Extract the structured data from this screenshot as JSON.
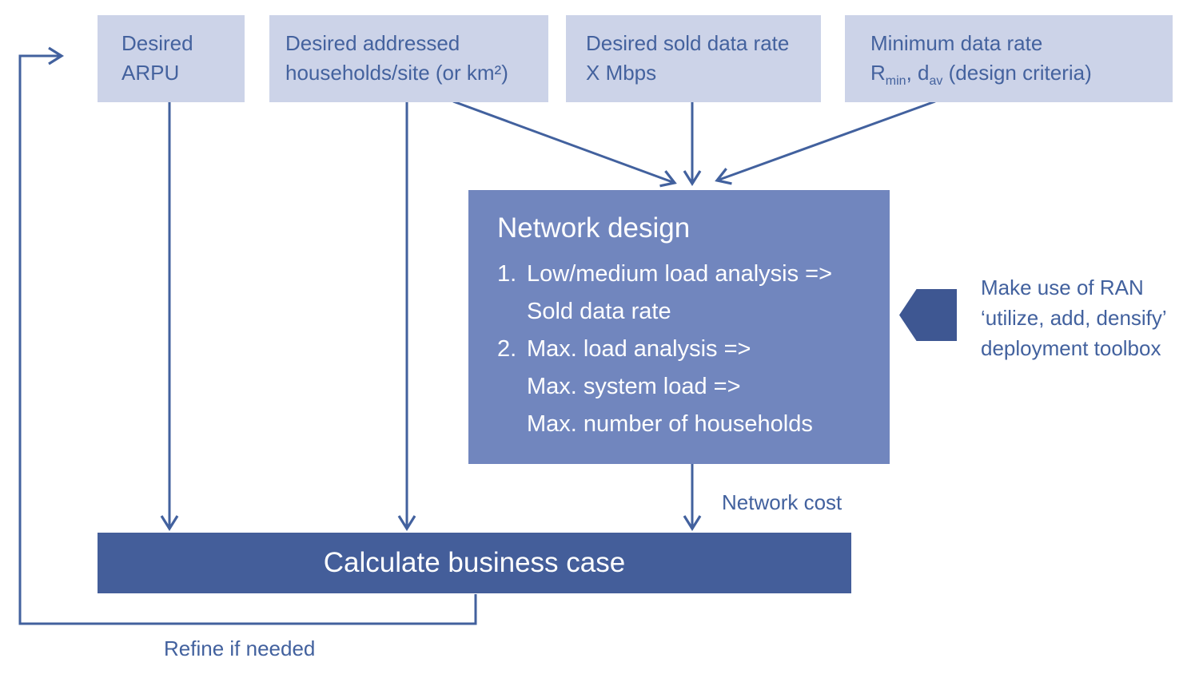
{
  "colors": {
    "light_box_bg": "#ccd3e8",
    "network_box_bg": "#7186be",
    "business_bar_bg": "#445e9a",
    "callout_arrow": "#3e5792",
    "connector_stroke": "#42619e",
    "label_text": "#42619e",
    "box_text": "#44629e",
    "white_text": "#ffffff"
  },
  "input_boxes": [
    {
      "line1": "Desired",
      "line2": "ARPU"
    },
    {
      "line1": "Desired addressed",
      "line2": "households/site (or km²)"
    },
    {
      "line1": "Desired sold data rate",
      "line2": "X Mbps"
    },
    {
      "line1": "Minimum data rate",
      "line2_parts": {
        "r": "R",
        "r_sub": "min",
        "mid": ", d",
        "d_sub": "av",
        "tail": " (design criteria)"
      }
    }
  ],
  "network_design": {
    "title": "Network design",
    "steps": [
      {
        "num": "1.",
        "text": "Low/medium load analysis =>"
      },
      {
        "num": "",
        "text": "Sold data rate"
      },
      {
        "num": "2.",
        "text": "Max. load analysis =>"
      },
      {
        "num": "",
        "text": "Max. system load =>"
      },
      {
        "num": "",
        "text": "Max. number of households"
      }
    ]
  },
  "callout": {
    "line1": "Make use of RAN",
    "line2": "‘utilize, add, densify’",
    "line3": "deployment toolbox"
  },
  "business_case": {
    "label": "Calculate business case"
  },
  "labels": {
    "network_cost": "Network cost",
    "refine": "Refine if needed"
  }
}
